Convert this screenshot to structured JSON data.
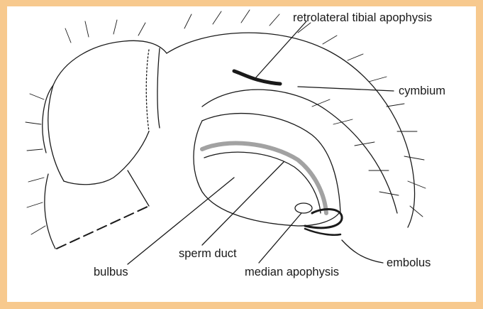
{
  "figure": {
    "frame_color": "#f7c98e",
    "ink_color": "#1a1a1a",
    "labels": {
      "rta": "retrolateral tibial apophysis",
      "cymbium": "cymbium",
      "bulbus": "bulbus",
      "sperm_duct": "sperm duct",
      "median_apophysis": "median apophysis",
      "embolus": "embolus"
    }
  }
}
